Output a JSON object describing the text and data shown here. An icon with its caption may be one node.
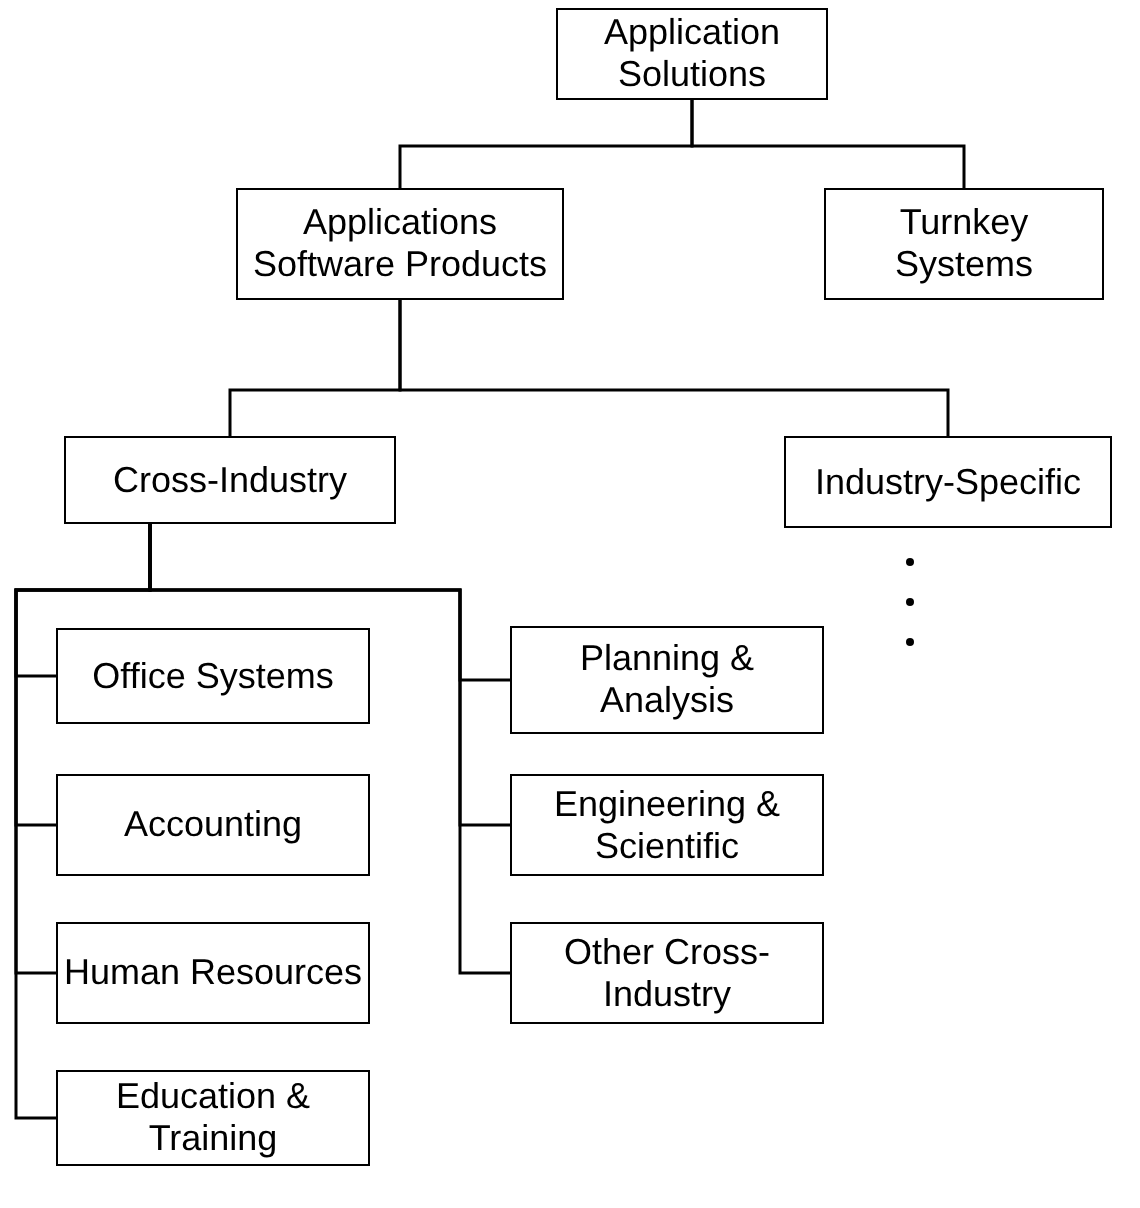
{
  "diagram": {
    "nodes": [
      {
        "text": [
          "Application Solutions"
        ]
      },
      {
        "text": [
          "Applications Software Products"
        ]
      },
      {
        "text": [
          "Turnkey Systems"
        ]
      },
      {
        "text": [
          "Cross-Industry"
        ]
      },
      {
        "text": [
          "Industry-Specific"
        ]
      },
      {
        "text": [
          "Office Systems"
        ]
      },
      {
        "text": [
          "Accounting"
        ]
      },
      {
        "text": [
          "Human Resources"
        ]
      },
      {
        "text": [
          "Education & Training"
        ]
      },
      {
        "text": [
          "Planning & Analysis"
        ]
      },
      {
        "text": [
          "Engineering & Scientific"
        ]
      },
      {
        "text": [
          "Other Cross-Industry"
        ]
      }
    ],
    "edges": [
      {
        "from": 0,
        "to": 1,
        "arrow": "none"
      },
      {
        "from": 0,
        "to": 2,
        "arrow": "none"
      },
      {
        "from": 1,
        "to": 3,
        "arrow": "none"
      },
      {
        "from": 1,
        "to": 4,
        "arrow": "none"
      },
      {
        "from": 3,
        "to": 5,
        "arrow": "none"
      },
      {
        "from": 3,
        "to": 6,
        "arrow": "none"
      },
      {
        "from": 3,
        "to": 7,
        "arrow": "none"
      },
      {
        "from": 3,
        "to": 8,
        "arrow": "none"
      },
      {
        "from": 3,
        "to": 9,
        "arrow": "none"
      },
      {
        "from": 3,
        "to": 10,
        "arrow": "none"
      },
      {
        "from": 3,
        "to": 11,
        "arrow": "none"
      }
    ]
  }
}
